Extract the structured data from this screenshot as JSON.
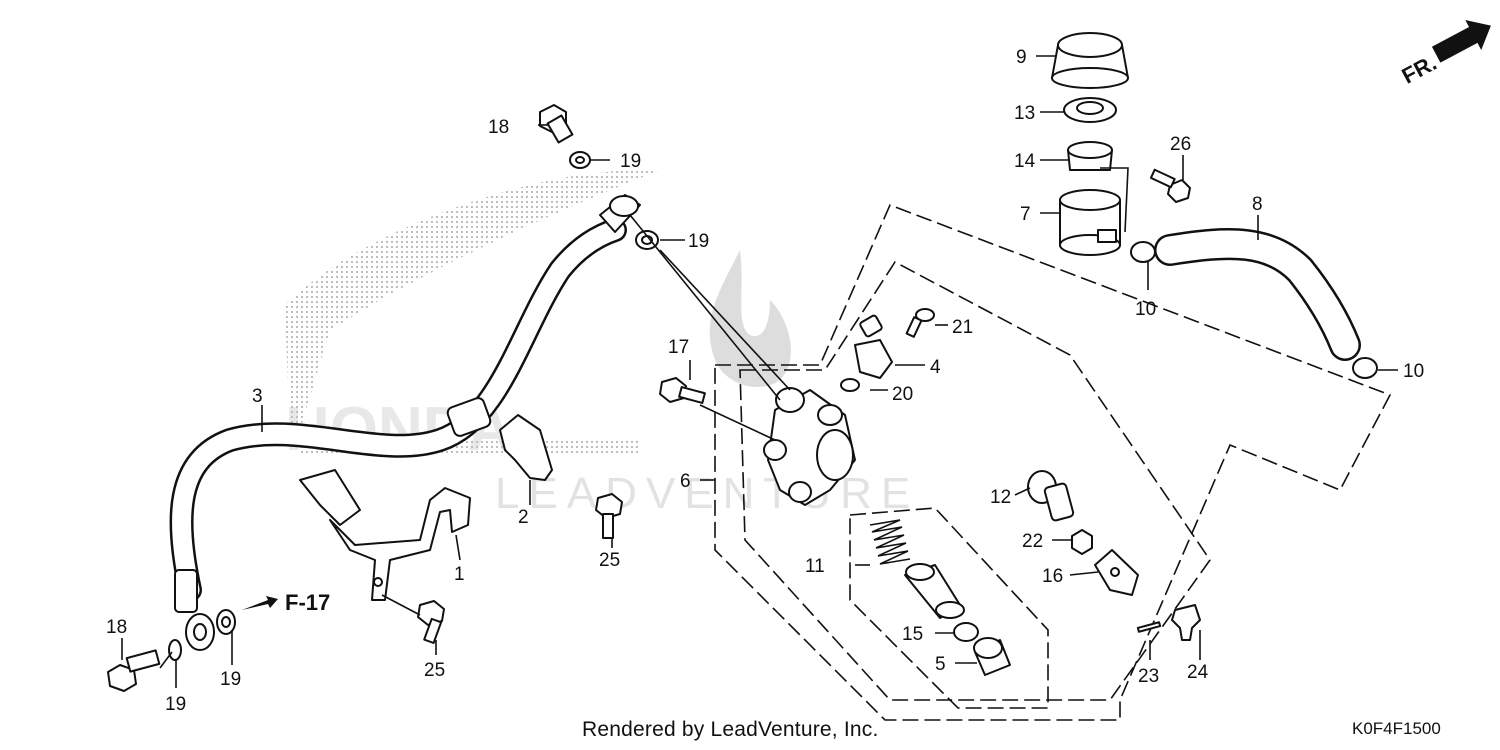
{
  "diagram": {
    "direction_label": "FR.",
    "ref_label": "F-17",
    "watermark_text": "LEADVENTURE",
    "watermark_brand": "HONDA",
    "callouts": [
      "1",
      "2",
      "3",
      "4",
      "5",
      "6",
      "7",
      "8",
      "9",
      "10",
      "10",
      "11",
      "12",
      "13",
      "14",
      "15",
      "16",
      "17",
      "18",
      "18",
      "19",
      "19",
      "19",
      "19",
      "20",
      "21",
      "22",
      "23",
      "24",
      "25",
      "25",
      "26"
    ]
  },
  "footer": {
    "rendered_by": "Rendered by LeadVenture, Inc.",
    "diagram_code": "K0F4F1500"
  },
  "colors": {
    "ink": "#111111",
    "watermark": "#bfbfbf",
    "background": "#ffffff"
  }
}
